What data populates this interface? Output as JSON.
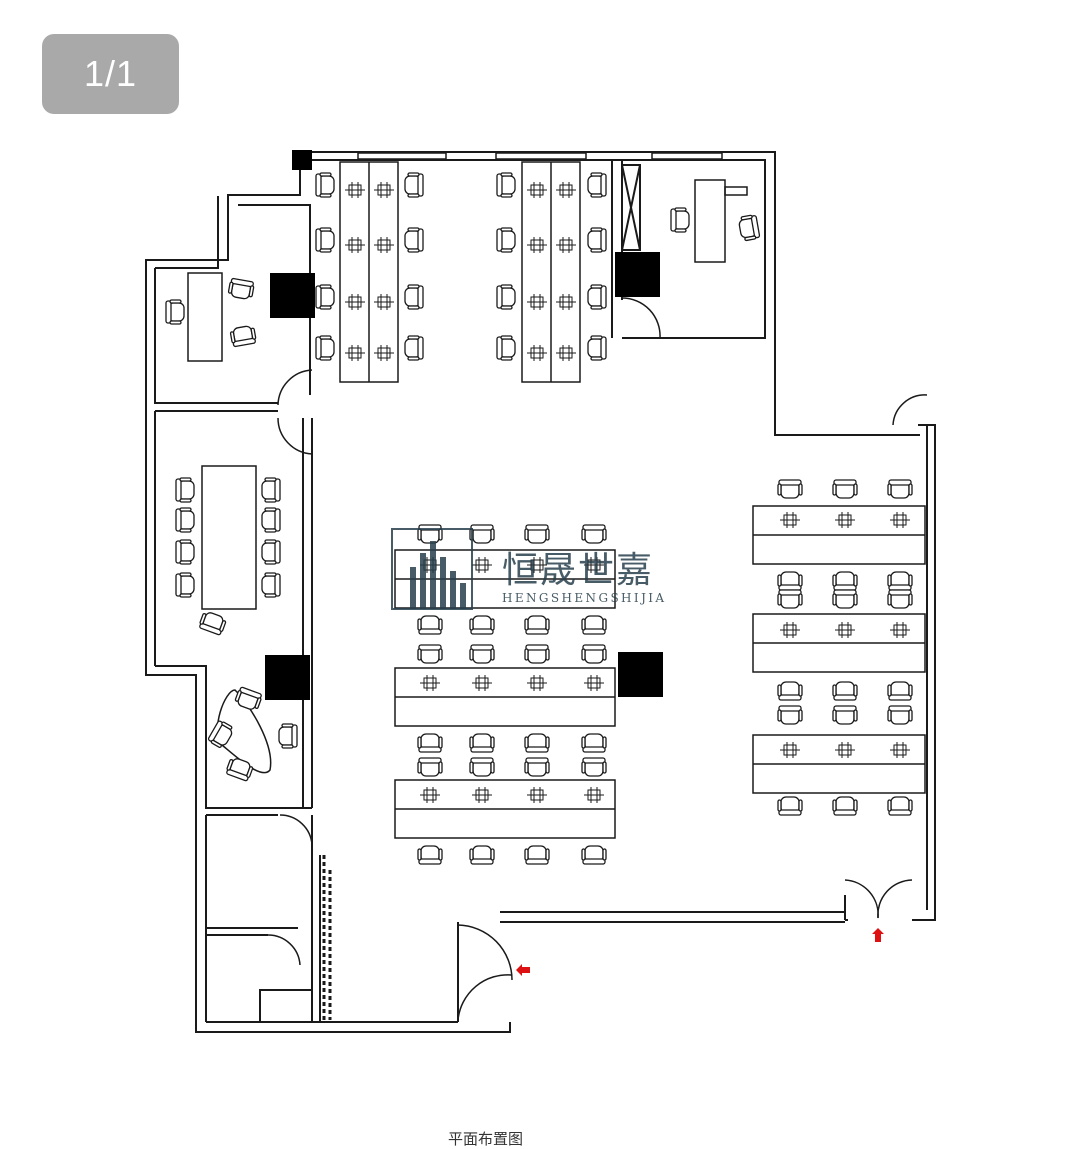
{
  "page_counter": "1/1",
  "watermark": {
    "chinese": "恒晟世嘉",
    "english": "HENGSHENGSHIJIA"
  },
  "caption": "平面布置图",
  "colors": {
    "wall": "#1a1a1a",
    "column": "#000000",
    "exit_arrow": "#dd1111",
    "watermark": "#28404c",
    "counter_bg": "#a9a9a9"
  },
  "icons": [
    "exit-arrow-icon",
    "chair-icon",
    "door-swing-icon",
    "column-icon",
    "logo-bars-icon"
  ]
}
